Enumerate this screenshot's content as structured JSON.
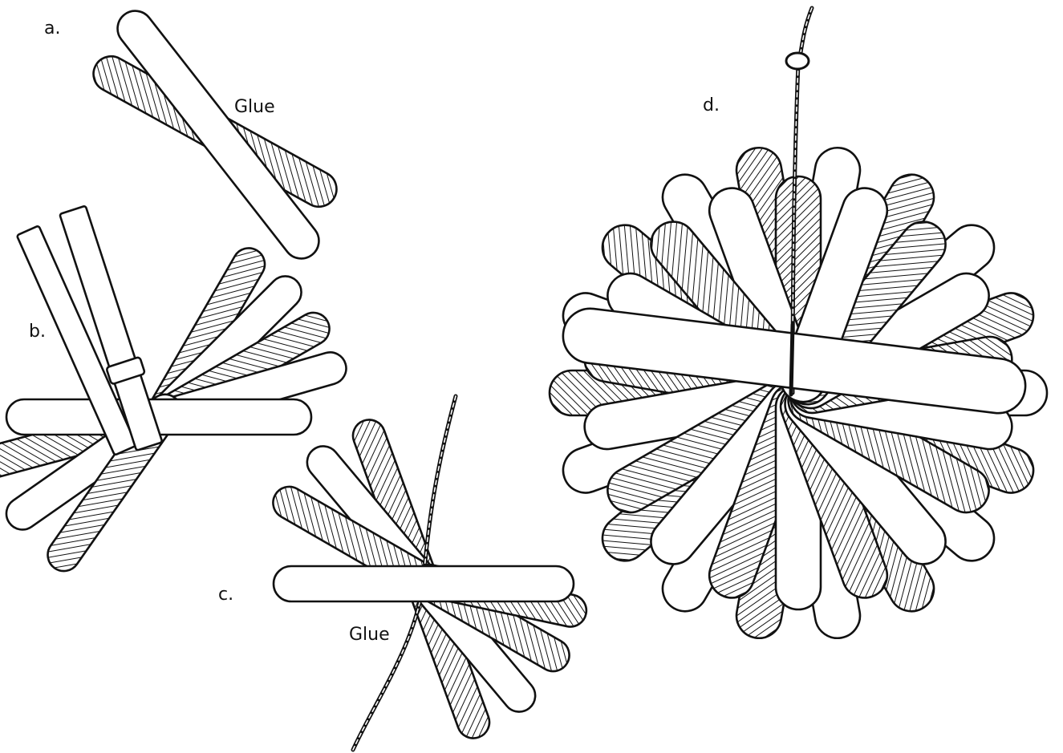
{
  "steps": {
    "a": {
      "label": "a.",
      "glue": "Glue"
    },
    "b": {
      "label": "b."
    },
    "c": {
      "label": "c.",
      "glue": "Glue"
    },
    "d": {
      "label": "d."
    }
  },
  "colors": {
    "ink": "#111111",
    "paper": "#ffffff"
  }
}
